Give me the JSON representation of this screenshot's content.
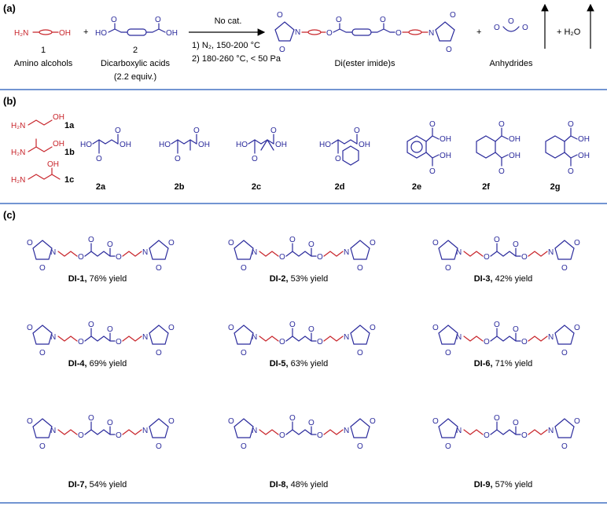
{
  "panel_a": {
    "label": "(a)",
    "reactant1": {
      "num": "1",
      "name": "Amino alcohols",
      "h2n": "H₂N",
      "oh": "OH"
    },
    "reactant2": {
      "num": "2",
      "name": "Dicarboxylic acids",
      "equiv": "(2.2 equiv.)",
      "ho": "HO",
      "oh": "OH"
    },
    "plus": "+",
    "arrow_top": "No cat.",
    "cond1": "1) N₂, 150-200 °C",
    "cond2": "2) 180-260 °C, < 50 Pa",
    "product_name": "Di(ester imide)s",
    "byproduct": "Anhydrides",
    "water": "+ H₂O",
    "atom_O": "O",
    "atom_N": "N"
  },
  "panel_b": {
    "label": "(b)",
    "amines": [
      {
        "id": "1a",
        "h2n": "H₂N",
        "oh": "OH"
      },
      {
        "id": "1b",
        "h2n": "H₂N",
        "oh": "OH"
      },
      {
        "id": "1c",
        "h2n": "H₂N",
        "oh": "OH"
      }
    ],
    "acids": [
      "2a",
      "2b",
      "2c",
      "2d",
      "2e",
      "2f",
      "2g"
    ],
    "ho": "HO",
    "oh": "OH",
    "o": "O"
  },
  "panel_c": {
    "label": "(c)",
    "products": [
      {
        "id": "DI-1,",
        "yield": " 76% yield"
      },
      {
        "id": "DI-2,",
        "yield": " 53% yield"
      },
      {
        "id": "DI-3,",
        "yield": "  42% yield"
      },
      {
        "id": "DI-4,",
        "yield": " 69% yield"
      },
      {
        "id": "DI-5,",
        "yield": " 63% yield"
      },
      {
        "id": "DI-6,",
        "yield": "  71% yield"
      },
      {
        "id": "DI-7,",
        "yield": " 54% yield"
      },
      {
        "id": "DI-8,",
        "yield": "  48% yield"
      },
      {
        "id": "DI-9,",
        "yield": " 57% yield"
      }
    ],
    "o": "O",
    "n": "N"
  },
  "colors": {
    "linker": "#c8252b",
    "acid": "#2b2b9c",
    "rule": "#4472c4"
  }
}
